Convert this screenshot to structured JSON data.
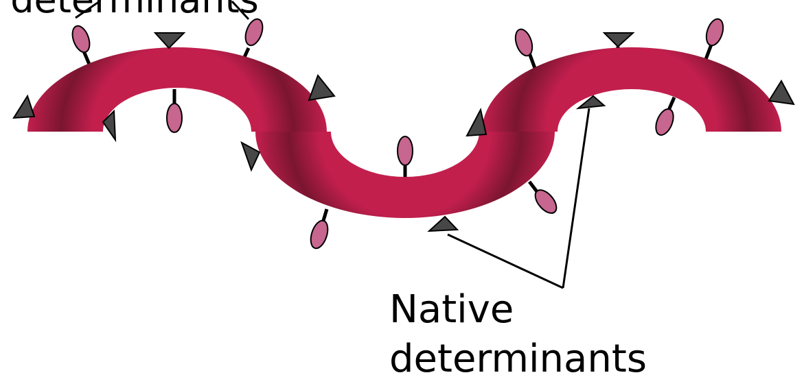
{
  "labels": {
    "top_label": "determinants",
    "native_label_line1": "Native",
    "native_label_line2": "determinants"
  },
  "colors": {
    "strand_light": "#c21f4d",
    "strand_dark": "#7a1530",
    "hapten_fill": "#c7668f",
    "native_fill": "#474747",
    "stroke": "#000000"
  },
  "icons": {
    "hapten": "pink-oval-determinant",
    "native": "dark-triangle-determinant"
  }
}
